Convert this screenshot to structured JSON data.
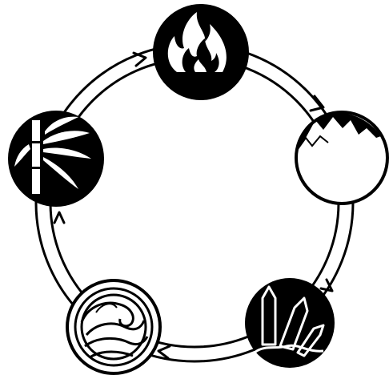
{
  "diagram": {
    "type": "cycle",
    "nodes": [
      {
        "id": "fire",
        "icon": "fire-icon"
      },
      {
        "id": "earth",
        "icon": "mountain-icon"
      },
      {
        "id": "metal",
        "icon": "crystal-icon"
      },
      {
        "id": "water",
        "icon": "wave-icon"
      },
      {
        "id": "wood",
        "icon": "bamboo-icon"
      }
    ],
    "edges": [
      {
        "from": "fire",
        "to": "earth"
      },
      {
        "from": "earth",
        "to": "metal"
      },
      {
        "from": "metal",
        "to": "water"
      },
      {
        "from": "water",
        "to": "wood"
      },
      {
        "from": "wood",
        "to": "fire"
      }
    ],
    "colors": {
      "ink": "#000000",
      "paper": "#ffffff"
    }
  }
}
